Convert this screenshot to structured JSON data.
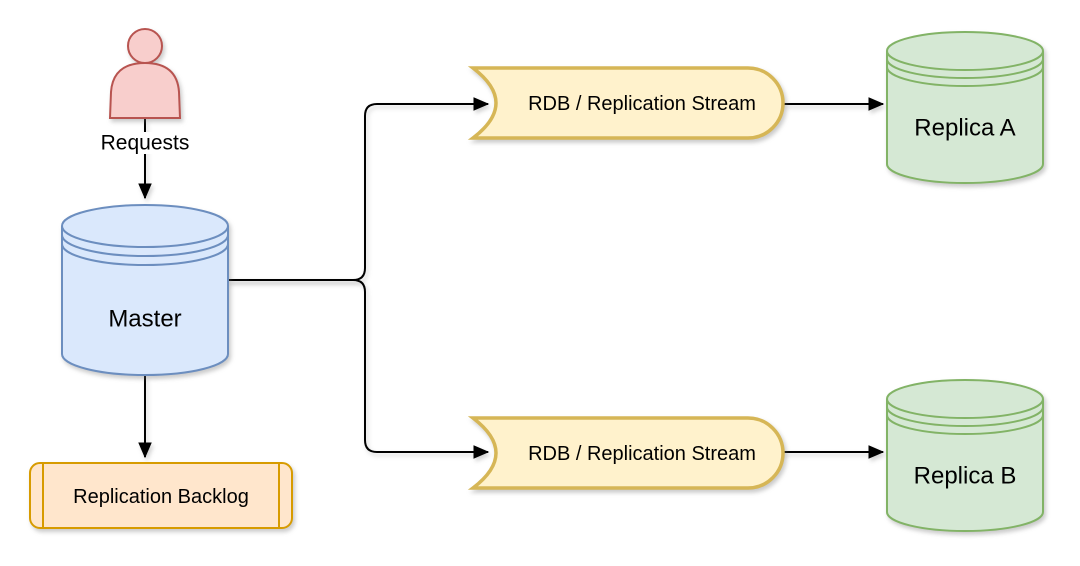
{
  "diagram": {
    "title": "Redis master-replica replication diagram",
    "background": "#ffffff",
    "edge_color": "#000000",
    "text_color": "#000000",
    "nodes": {
      "user": {
        "label": "Requests",
        "fill": "#f8cecc",
        "stroke": "#b85450"
      },
      "master": {
        "label": "Master",
        "fill": "#dae8fc",
        "stroke": "#6c8ebf"
      },
      "backlog": {
        "label": "Replication Backlog",
        "fill": "#ffe6cc",
        "stroke": "#d79b00"
      },
      "stream_top": {
        "label": "RDB / Replication Stream",
        "fill": "#fff2cc",
        "stroke": "#d6b656"
      },
      "stream_bottom": {
        "label": "RDB / Replication Stream",
        "fill": "#fff2cc",
        "stroke": "#d6b656"
      },
      "replica_a": {
        "label": "Replica A",
        "fill": "#d5e8d4",
        "stroke": "#82b366"
      },
      "replica_b": {
        "label": "Replica B",
        "fill": "#d5e8d4",
        "stroke": "#82b366"
      }
    },
    "label_bg": "#ffffff"
  }
}
